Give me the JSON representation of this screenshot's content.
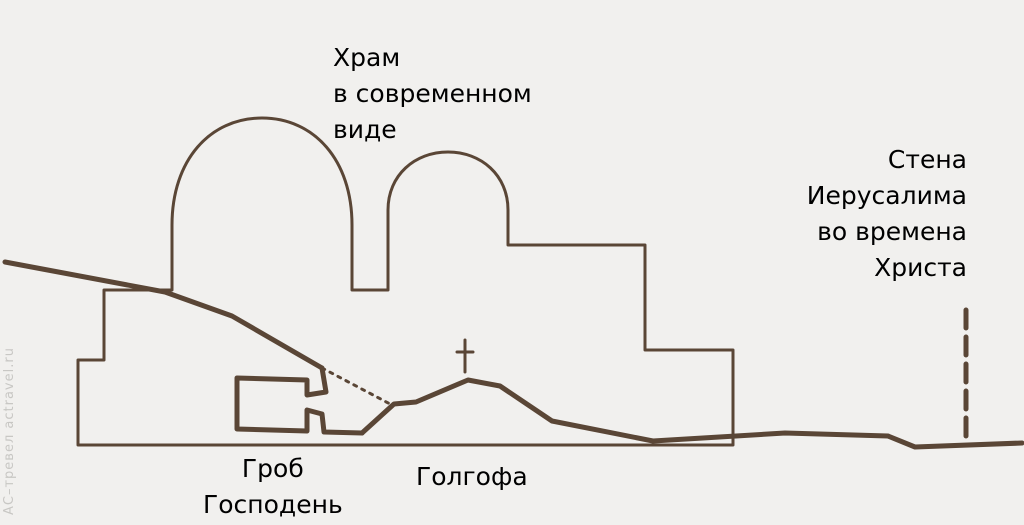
{
  "labels": {
    "temple": [
      "Храм",
      "в современном",
      "виде"
    ],
    "wall": [
      "Стена",
      "Иерусалима",
      "во времена",
      "Христа"
    ],
    "tomb": [
      "Гроб",
      "Господень"
    ],
    "golgotha": "Голгофа"
  },
  "watermark": "АС–тревел   actravel.ru",
  "colors": {
    "stroke": "#5a4636",
    "background": "#f1f0ee",
    "text": "#000000",
    "watermark": "#c8c7c4"
  },
  "icons": {
    "cross": "latin-cross-icon"
  }
}
